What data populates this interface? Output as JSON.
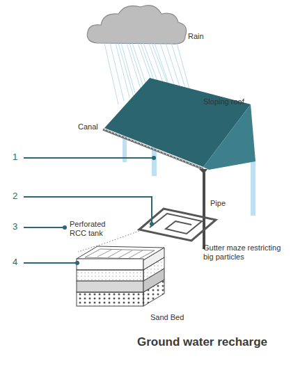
{
  "diagram": {
    "title": "Ground water recharge",
    "labels": [
      "Rain",
      "Sloping roof",
      "Canal",
      "Pipe",
      "1",
      "2",
      "3",
      "Perforated RCC tank",
      "4",
      "Gutter maze restricting big particles",
      "Sand Bed"
    ]
  }
}
